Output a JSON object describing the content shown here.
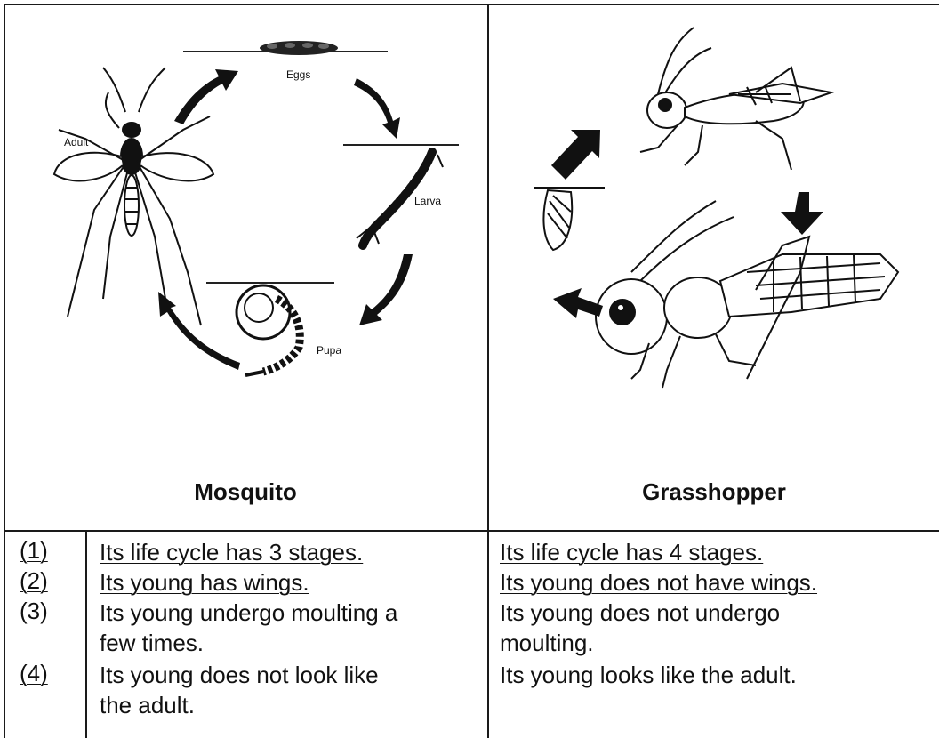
{
  "illustrations": {
    "mosquito": {
      "stage_labels": {
        "eggs": "Eggs",
        "larva": "Larva",
        "pupa": "Pupa",
        "adult": "Adult"
      },
      "icons": [
        "eggs-icon",
        "larva-icon",
        "pupa-icon",
        "adult-mosquito-icon",
        "cycle-arrow-icon"
      ]
    },
    "grasshopper": {
      "icons": [
        "nymph-grasshopper-icon",
        "egg-pod-icon",
        "adult-grasshopper-icon",
        "cycle-arrow-icon"
      ]
    }
  },
  "headers": {
    "left": "Mosquito",
    "right": "Grasshopper"
  },
  "rows": [
    {
      "num": "(1)",
      "left": [
        "Its life cycle has 3 stages."
      ],
      "right": [
        "Its life cycle has 4 stages."
      ]
    },
    {
      "num": "(2)",
      "left": [
        "Its young has wings."
      ],
      "right": [
        "Its young does not have wings."
      ]
    },
    {
      "num": "(3)",
      "left": [
        "Its young undergo moulting a",
        "few times."
      ],
      "right": [
        "Its young does not undergo",
        "moulting."
      ]
    },
    {
      "num": "(4)",
      "left": [
        "Its young does not look like",
        "the adult."
      ],
      "right": [
        "Its young looks like the adult."
      ]
    }
  ]
}
